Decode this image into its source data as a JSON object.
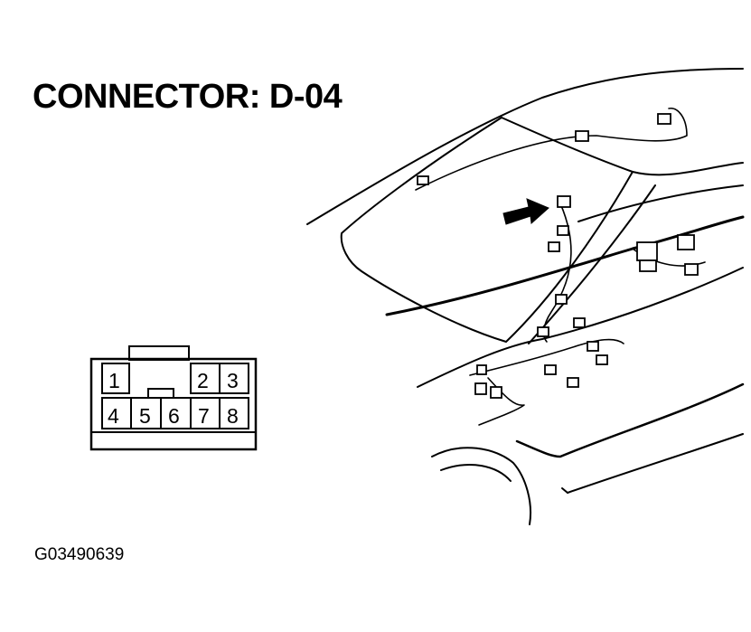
{
  "title": "CONNECTOR: D-04",
  "figure_code": "G03490639",
  "connector": {
    "pins": [
      {
        "label": "1"
      },
      {
        "label": "2"
      },
      {
        "label": "3"
      },
      {
        "label": "4"
      },
      {
        "label": "5"
      },
      {
        "label": "6"
      },
      {
        "label": "7"
      },
      {
        "label": "8"
      }
    ]
  },
  "colors": {
    "ink": "#000000",
    "paper": "#ffffff"
  }
}
